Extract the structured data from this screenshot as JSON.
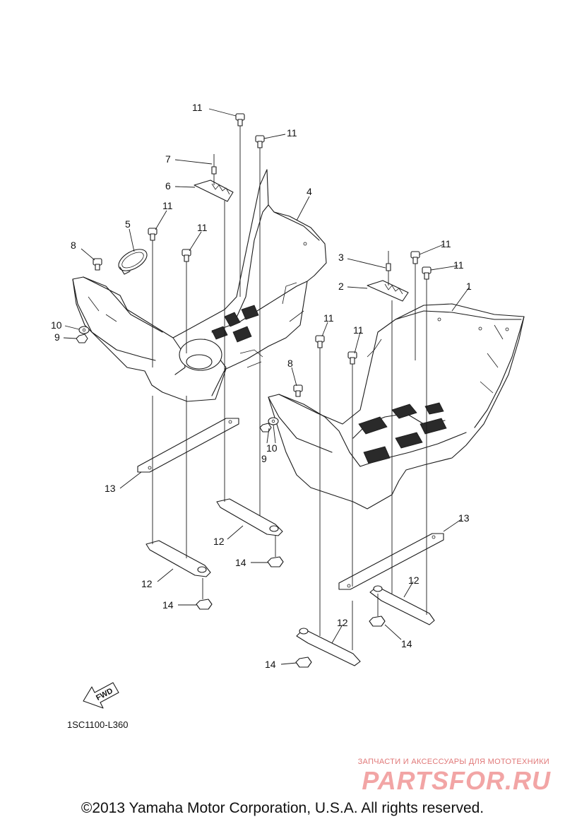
{
  "diagram": {
    "callouts": [
      "1",
      "2",
      "3",
      "4",
      "5",
      "6",
      "7",
      "8",
      "9",
      "10",
      "11",
      "12",
      "13",
      "14"
    ],
    "diagram_code": "1SC1100-L360",
    "fwd_label": "FWD",
    "copyright": "©2013 Yamaha Motor Corporation, U.S.A. All rights reserved."
  },
  "watermark": {
    "tagline": "ЗАПЧАСТИ И АКСЕССУАРЫ ДЛЯ МОТОТЕХНИКИ",
    "logo": "PARTSFOR.RU"
  }
}
